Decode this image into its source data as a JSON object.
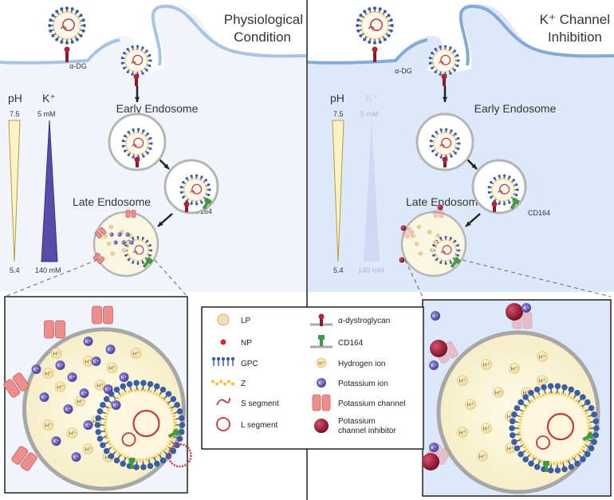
{
  "panels": {
    "left": {
      "title_line1": "Physiological",
      "title_line2": "Condition",
      "receptor_label": "α-DG",
      "early_endosome_label": "Early Endosome",
      "late_endosome_label": "Late Endosome",
      "cd164_label": "CD164",
      "ph_label": "pH",
      "ph_top": "7.5",
      "ph_bottom": "5.4",
      "k_label": "K⁺",
      "k_top": "5 mM",
      "k_bottom": "140 mM"
    },
    "right": {
      "title_line1": "K⁺ Channel",
      "title_line2": "Inhibition",
      "receptor_label": "α-DG",
      "early_endosome_label": "Early Endosome",
      "late_endosome_label": "Late Endosome",
      "cd164_label": "CD164",
      "ph_label": "pH",
      "ph_top": "7.5",
      "ph_bottom": "5.4",
      "k_label": "K⁺",
      "k_top": "5 mM",
      "k_bottom": "140 mM"
    }
  },
  "ion_labels": {
    "hydrogen": "H⁺",
    "potassium": "K⁺"
  },
  "legend": {
    "left": [
      {
        "icon": "lp-circle",
        "label": "LP"
      },
      {
        "icon": "np-dot",
        "label": "NP"
      },
      {
        "icon": "gpc-spikes",
        "label": "GPC"
      },
      {
        "icon": "z-beads",
        "label": "Z"
      },
      {
        "icon": "s-segment",
        "label": "S segment"
      },
      {
        "icon": "l-segment",
        "label": "L segment"
      }
    ],
    "right": [
      {
        "icon": "alpha-dystroglycan",
        "label": "α-dystroglycan"
      },
      {
        "icon": "cd164",
        "label": "CD164"
      },
      {
        "icon": "hydrogen-ion",
        "label": "Hydrogen ion"
      },
      {
        "icon": "potassium-ion",
        "label": "Potassium ion"
      },
      {
        "icon": "potassium-channel",
        "label": "Potassium channel"
      },
      {
        "icon": "potassium-channel-inhibitor",
        "label": "Potassium",
        "label2": "channel inhibitor"
      }
    ]
  },
  "colors": {
    "cytoplasm_left": "#f1f5fb",
    "cytoplasm_right": "#dde9fa",
    "membrane": "#a9c3e2",
    "vesicle_fill": "#fbf6e2",
    "vesicle_edge": "#a7a7a7",
    "gpc": "#3d5e9e",
    "z_bead": "#f1c53a",
    "segment": "#c23b3b",
    "potassium_ion": "#6e63b8",
    "hydrogen_ion": "#f7e6b5",
    "channel": "#ec8e8e",
    "inhibitor": "#9d1c3a",
    "ph_gradient": "#fbf3c8",
    "k_gradient": "#5a4ba8",
    "cd164": "#3f9a45"
  }
}
